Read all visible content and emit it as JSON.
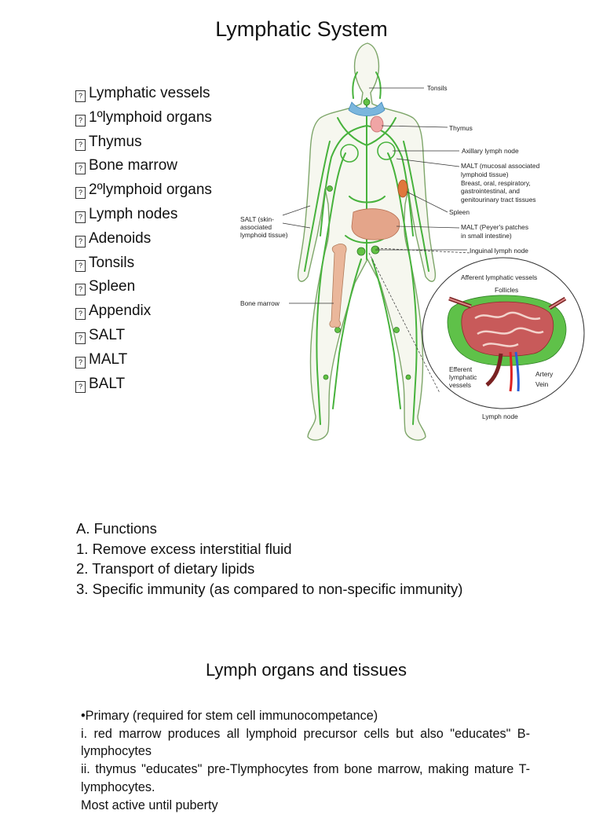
{
  "page": {
    "title": "Lymphatic System",
    "bullet_glyph": "?",
    "bullets": [
      "Lymphatic vessels",
      "1ºlymphoid organs",
      "Thymus",
      "Bone marrow",
      "2ºlymphoid organs",
      "Lymph nodes",
      "Adenoids",
      "Tonsils",
      "Spleen",
      "Appendix",
      "SALT",
      "MALT",
      "BALT"
    ],
    "figure_labels": {
      "tonsils": "Tonsils",
      "thymus": "Thymus",
      "axillary": "Axillary lymph node",
      "malt1_a": "MALT (mucosal associated",
      "malt1_b": "lymphoid tissue)",
      "malt1_c": "Breast, oral, respiratory,",
      "malt1_d": "gastrointestinal, and",
      "malt1_e": "genitourinary tract tissues",
      "spleen": "Spleen",
      "malt2_a": "MALT (Peyer's patches",
      "malt2_b": "in small intestine)",
      "inguinal": "Inguinal lymph node",
      "salt_a": "SALT (skin-",
      "salt_b": "associated",
      "salt_c": "lymphoid tissue)",
      "bone_marrow": "Bone marrow",
      "afferent": "Afferent lymphatic vessels",
      "follicles": "Follicles",
      "efferent_a": "Efferent",
      "efferent_b": "lymphatic",
      "efferent_c": "vessels",
      "artery": "Artery",
      "vein": "Vein",
      "lymph_node": "Lymph node"
    },
    "functions": [
      "A. Functions",
      "1. Remove excess interstitial fluid",
      "2. Transport of dietary lipids",
      "3. Specific immunity (as compared to non-specific immunity)"
    ],
    "subtitle": "Lymph organs and tissues",
    "paragraph": [
      "•Primary (required for stem cell immunocompetance)",
      "i. red marrow produces all lymphoid precursor cells but also \"educates\" B-lymphocytes",
      "ii. thymus \"educates\" pre-Tlymphocytes from bone marrow, making mature T-lymphocytes.",
      "Most active until puberty"
    ]
  }
}
